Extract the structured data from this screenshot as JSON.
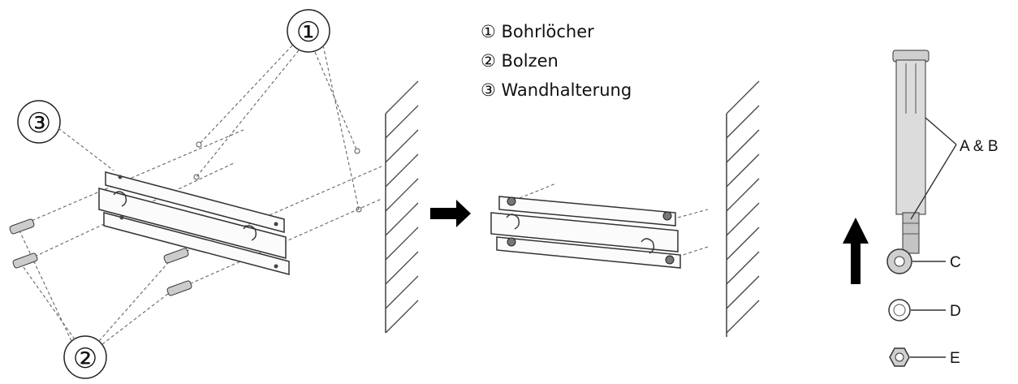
{
  "callouts": {
    "holes": "①",
    "bolts": "②",
    "bracket": "③"
  },
  "legend": {
    "items": [
      "① Bohrlöcher",
      "② Bolzen",
      "③ Wandhalterung"
    ]
  },
  "parts": {
    "ab": "A & B",
    "c": "C",
    "d": "D",
    "e": "E"
  },
  "colors": {
    "ink": "#111111",
    "arrow": "#000000"
  },
  "icons": {
    "step_arrow": "arrow-right-icon",
    "up_arrow": "arrow-up-icon"
  }
}
